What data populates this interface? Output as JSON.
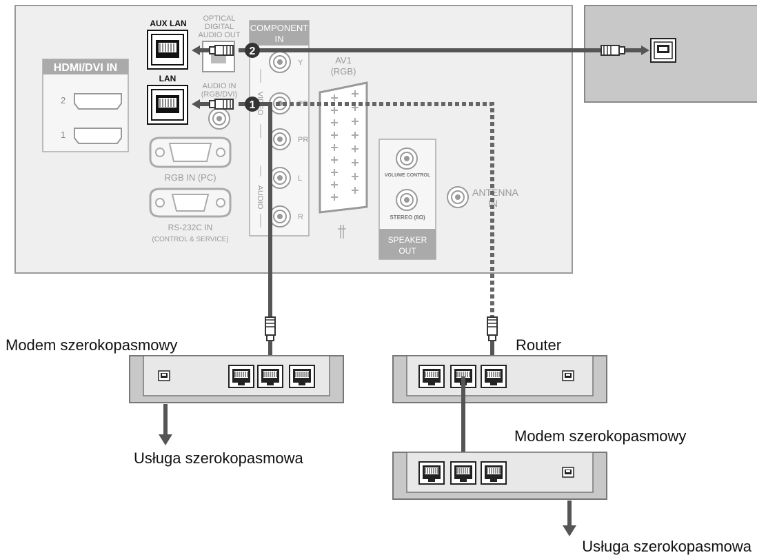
{
  "tv_panel": {
    "hdmi": {
      "title": "HDMI/DVI IN",
      "port_2": "2",
      "port_1": "1"
    },
    "aux_lan": "AUX LAN",
    "lan": "LAN",
    "optical": [
      "OPTICAL",
      "DIGITAL",
      "AUDIO OUT"
    ],
    "audio_in": [
      "AUDIO IN",
      "(RGB/DVI)"
    ],
    "component": [
      "COMPONENT",
      "IN"
    ],
    "video_label": "VIDEO",
    "audio_label": "AUDIO",
    "component_jacks": {
      "y": "Y",
      "pb": "PB",
      "pr": "PR",
      "l": "L",
      "r": "R"
    },
    "av1": [
      "AV1",
      "(RGB)"
    ],
    "rgb_in": "RGB IN (PC)",
    "rs232c": [
      "RS-232C IN",
      "(CONTROL & SERVICE)"
    ],
    "volume_control": "VOLUME CONTROL",
    "stereo": "STEREO (8Ω)",
    "speaker_out": [
      "SPEAKER",
      "OUT"
    ],
    "antenna": [
      "ANTENNA",
      "IN"
    ]
  },
  "markers": {
    "one": "1",
    "two": "2"
  },
  "labels": {
    "modem_left": "Modem szerokopasmowy",
    "router": "Router",
    "modem_right": "Modem szerokopasmowy",
    "service_left": "Usługa szerokopasmowa",
    "service_right": "Usługa szerokopasmowa"
  },
  "colors": {
    "cable": "#555555",
    "panel": "#efefef",
    "device": "#c8c8c8",
    "device_face": "#e8e8e8"
  }
}
